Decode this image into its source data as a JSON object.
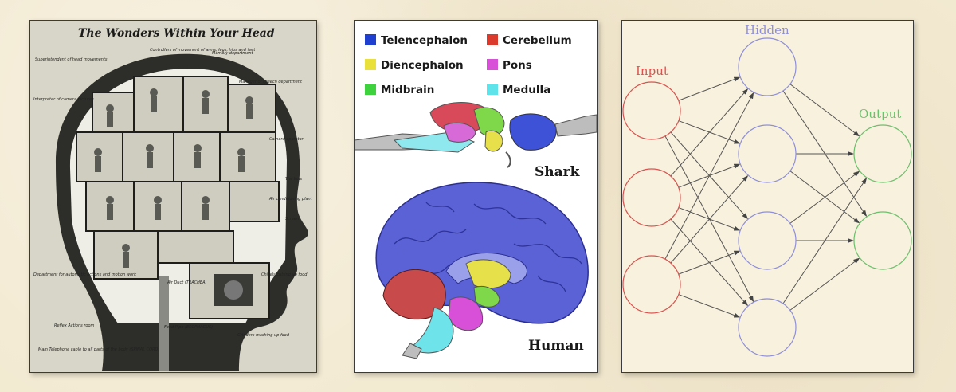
{
  "panel1": {
    "title": "The Wonders Within Your Head",
    "callouts": [
      "Superintendent of head movements",
      "Controllers of movement of arms, legs, hips and feet",
      "Memory department",
      "Manager of speech department",
      "Interpreter of camera pictures",
      "Camera operator",
      "The lens",
      "Air conditioning plant",
      "Screen",
      "Department for automatic actions and motion work",
      "Air Duct (TRACHEA)",
      "Chisels cutting up food",
      "Reflex Actions room",
      "Main Telephone cable to all parts of the body (SPINAL CORD)",
      "Grinders mashing up food",
      "Food Pipe (ESOPHAGUS)"
    ]
  },
  "panel2": {
    "legend": [
      {
        "label": "Telencephalon",
        "color": "#1f3fd1"
      },
      {
        "label": "Cerebellum",
        "color": "#d93a2b"
      },
      {
        "label": "Diencephalon",
        "color": "#e9e03a"
      },
      {
        "label": "Pons",
        "color": "#d84fd8"
      },
      {
        "label": "Midbrain",
        "color": "#3fd23f"
      },
      {
        "label": "Medulla",
        "color": "#5fe3ea"
      }
    ],
    "species": [
      "Shark",
      "Human"
    ]
  },
  "panel3": {
    "labels": {
      "input": "Input",
      "hidden": "Hidden",
      "output": "Output"
    },
    "colors": {
      "input": "#d9534f",
      "hidden": "#8f8fd9",
      "output": "#6cbf6c"
    },
    "counts": {
      "input": 3,
      "hidden": 4,
      "output": 2
    }
  }
}
